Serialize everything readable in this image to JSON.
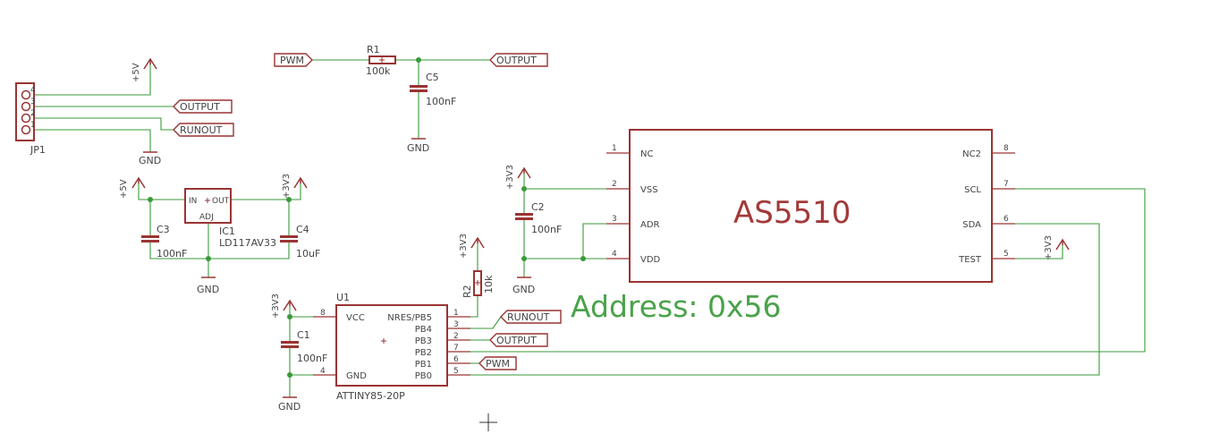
{
  "net_labels": {
    "pwm_top": "PWM",
    "output_top": "OUTPUT",
    "output_jp": "OUTPUT",
    "runout_jp": "RUNOUT",
    "runout_u1": "RUNOUT",
    "output_u1": "OUTPUT",
    "pwm_u1": "PWM"
  },
  "power": {
    "p5v_jp": "+5V",
    "p5v_ic1": "+5V",
    "p3v3_ic1": "+3V3",
    "p3v3_c2": "+3V3",
    "p3v3_r2": "+3V3",
    "p3v3_u1": "+3V3",
    "p3v3_test": "+3V3",
    "gnd_c5": "GND",
    "gnd_jp": "GND",
    "gnd_ic1": "GND",
    "gnd_c2": "GND",
    "gnd_u1": "GND"
  },
  "jp1": {
    "name": "JP1",
    "pins": [
      "4",
      "3",
      "2",
      "1"
    ]
  },
  "r1": {
    "name": "R1",
    "value": "100k"
  },
  "c5": {
    "name": "C5",
    "value": "100nF"
  },
  "ic1": {
    "name": "IC1",
    "part": "LD117AV33",
    "pin_in": "IN",
    "pin_out": "OUT",
    "pin_adj": "ADJ"
  },
  "c3": {
    "name": "C3",
    "value": "100nF"
  },
  "c4": {
    "name": "C4",
    "value": "10uF"
  },
  "c2": {
    "name": "C2",
    "value": "100nF"
  },
  "c1": {
    "name": "C1",
    "value": "100nF"
  },
  "r2": {
    "name": "R2",
    "value": "10k"
  },
  "as5510": {
    "name": "AS5510",
    "left_pins": [
      {
        "num": "1",
        "name": "NC"
      },
      {
        "num": "2",
        "name": "VSS"
      },
      {
        "num": "3",
        "name": "ADR"
      },
      {
        "num": "4",
        "name": "VDD"
      }
    ],
    "right_pins": [
      {
        "num": "8",
        "name": "NC2"
      },
      {
        "num": "7",
        "name": "SCL"
      },
      {
        "num": "6",
        "name": "SDA"
      },
      {
        "num": "5",
        "name": "TEST"
      }
    ]
  },
  "u1": {
    "name": "U1",
    "part": "ATTINY85-20P",
    "left_pins": [
      {
        "num": "8",
        "name": "VCC"
      },
      {
        "num": "4",
        "name": "GND"
      }
    ],
    "right_pins": [
      {
        "num": "1",
        "name": "NRES/PB5"
      },
      {
        "num": "3",
        "name": "PB4"
      },
      {
        "num": "2",
        "name": "PB3"
      },
      {
        "num": "7",
        "name": "PB2"
      },
      {
        "num": "6",
        "name": "PB1"
      },
      {
        "num": "5",
        "name": "PB0"
      }
    ]
  },
  "annotation": "Address: 0x56"
}
